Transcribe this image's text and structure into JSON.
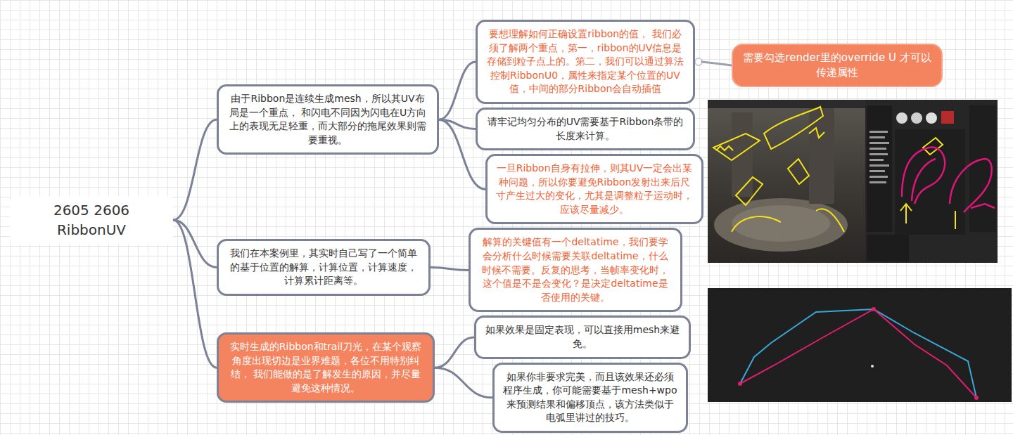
{
  "diagram": {
    "nodes": [
      {
        "text": [
          "2605 2606 RibbonUV"
        ]
      },
      {
        "text": [
          "由于Ribbon是连续生成mesh，所以其UV布局是一个重点， 和闪电不同因为闪电在U方向上的表现无足轻重，而大部分的拖尾效果则需要重视。"
        ]
      },
      {
        "text": [
          "我们在本案例里，其实时自己写了一个简单的基于位置的解算，计算位置，计算速度，计算累计距离等。"
        ]
      },
      {
        "text": [
          "实时生成的Ribbon和trail刀光，在某个观察角度出现切边是业界难题，各位不用特别纠结， 我们能做的是了解发生的原因，并尽量避免这种情况。"
        ]
      },
      {
        "text": [
          "要想理解如何正确设置ribbon的值， 我们必须了解两个重点，第一，ribbon的UV信息是存储到粒子点上的。第二，我们可以通过算法控制RibbonU0，属性来指定某个位置的UV值，中间的部分Ribbon会自动插值"
        ]
      },
      {
        "text": [
          "请牢记均匀分布的UV需要基于Ribbon条带的长度来计算。"
        ]
      },
      {
        "text": [
          "一旦Ribbon自身有拉伸，则其UV一定会出某种问题，所以你要避免Ribbon发射出来后尺寸产生过大的变化，尤其是调整粒子运动时，应该尽量减少。"
        ]
      },
      {
        "text": [
          "解算的关键值有一个deltatime，我们要学会分析什么时候需要关联deltatime，什么时候不需要。反复的思考，当帧率变化时，这个值是不是会变化？是决定deltatime是否使用的关键。"
        ]
      },
      {
        "text": [
          "如果效果是固定表现，可以直接用mesh来避免。"
        ]
      },
      {
        "text": [
          "如果你非要求完美，而且该效果还必须程序生成，你可能需要基于mesh+wpo来预测结果和偏移顶点，该方法类似于电弧里讲过的技巧。"
        ]
      },
      {
        "text": [
          "需要勾选render里的override U 才可以传递属性"
        ]
      }
    ],
    "edges": [
      {
        "from": 0,
        "to": 1,
        "arrow": "none"
      },
      {
        "from": 0,
        "to": 2,
        "arrow": "none"
      },
      {
        "from": 0,
        "to": 3,
        "arrow": "none"
      },
      {
        "from": 1,
        "to": 4,
        "arrow": "none"
      },
      {
        "from": 1,
        "to": 5,
        "arrow": "none"
      },
      {
        "from": 1,
        "to": 6,
        "arrow": "none"
      },
      {
        "from": 2,
        "to": 7,
        "arrow": "none"
      },
      {
        "from": 3,
        "to": 8,
        "arrow": "none"
      },
      {
        "from": 3,
        "to": 9,
        "arrow": "none"
      },
      {
        "from": 4,
        "to": 10,
        "arrow": "none"
      }
    ]
  }
}
